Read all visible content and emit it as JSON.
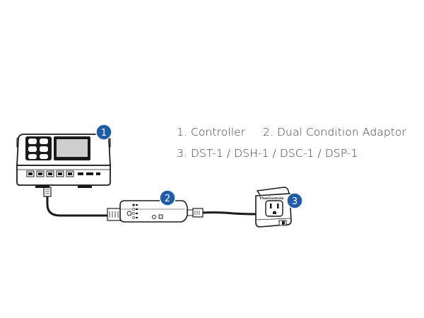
{
  "callouts": [
    {
      "number": "1",
      "component": "controller"
    },
    {
      "number": "2",
      "component": "dual-condition-adaptor"
    },
    {
      "number": "3",
      "component": "sensor"
    }
  ],
  "legend": {
    "item1": "1. Controller",
    "item2": "2. Dual Condition Adaptor",
    "item3": "3. DST-1  / DSH-1 / DSC-1 / DSP-1"
  },
  "brand_label": "TitanControls",
  "colors": {
    "badge": "#1f5da8",
    "outline": "#1a1a1a",
    "screen": "#cfcfcf",
    "legend_text": "#3a3a3a"
  }
}
